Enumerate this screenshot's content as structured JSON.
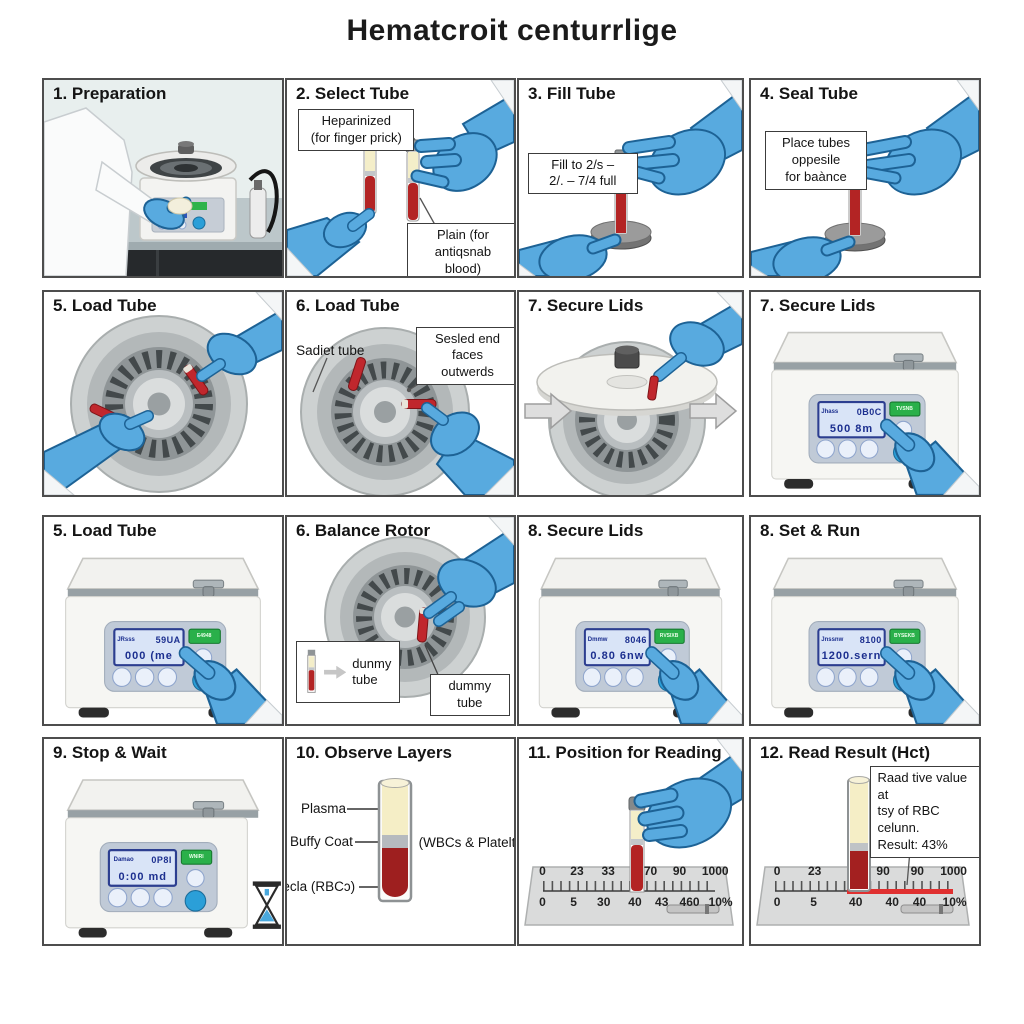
{
  "title": "Hematcroit centurrlige",
  "colors": {
    "glove_blue": "#58aadf",
    "blood_red": "#b32424",
    "plasma_cream": "#f5eec6",
    "button_green": "#2ab04a",
    "lcd_blue": "#d9e4f7",
    "result_line_red": "#e03030"
  },
  "panels": [
    {
      "title": "1. Preparation"
    },
    {
      "title": "2. Select Tube",
      "callout1": "Heparinized\n(for finger prick)",
      "callout2": "Plain (for\nantiqsnab blood)"
    },
    {
      "title": "3. Fill Tube",
      "callout1": "Fill to 2/s –\n2/. – 7/4 full"
    },
    {
      "title": "4. Seal Tube",
      "callout1": "Place tubes\noppesile\nfor baànce"
    },
    {
      "title": "5. Load Tube"
    },
    {
      "title": "6. Load Tube",
      "label1": "Sadiet tube",
      "callout1": "Sesled end\nfaces outwerds"
    },
    {
      "title": "7. Secure Lids"
    },
    {
      "title": "7. Secure Lids",
      "lcd_small": "Jhass",
      "lcd_top": "0B0C",
      "lcd_main": "500 8m",
      "green": "TVSNB"
    },
    {
      "title": "5. Load Tube",
      "lcd_small": "JRsss",
      "lcd_top": "59UA",
      "lcd_main": "000 (me",
      "green": "E4948"
    },
    {
      "title": "6. Balance Rotor",
      "box1": "dunmy\ntube",
      "callout1": "dummy\ntube"
    },
    {
      "title": "8. Secure Lids",
      "lcd_small": "Dmmw",
      "lcd_top": "8046",
      "lcd_main": "0.80 6nw",
      "green": "RVSIXB"
    },
    {
      "title": "8. Set & Run",
      "lcd_small": "Jnssnw",
      "lcd_top": "8100",
      "lcd_main": "1200.sern",
      "green": "BYSEKB"
    },
    {
      "title": "9. Stop & Wait",
      "lcd_small": "Damao",
      "lcd_top": "0P8I",
      "lcd_main": "0:00 md",
      "green": "WNIRI"
    },
    {
      "title": "10. Observe Layers",
      "label_plasma": "Plasma",
      "label_buffy": "Buffy Coat",
      "label_buffy2": "(WBCs & Platelts)",
      "label_rbc": "Recla (RBCɔ)"
    },
    {
      "title": "11. Position for Reading",
      "scale_top": [
        "0",
        "23",
        "33",
        "70",
        "90",
        "1000"
      ],
      "scale_bottom": [
        "0",
        "5",
        "30",
        "40",
        "43",
        "460",
        "10%"
      ]
    },
    {
      "title": "12. Read Result (Hct)",
      "callout1": "Raad tive value at\ntsy of RBC celunn.\nResult: 43%",
      "scale_top": [
        "0",
        "23",
        "90",
        "90",
        "1000"
      ],
      "scale_bottom": [
        "0",
        "5",
        "40",
        "40",
        "40",
        "10%"
      ]
    }
  ]
}
